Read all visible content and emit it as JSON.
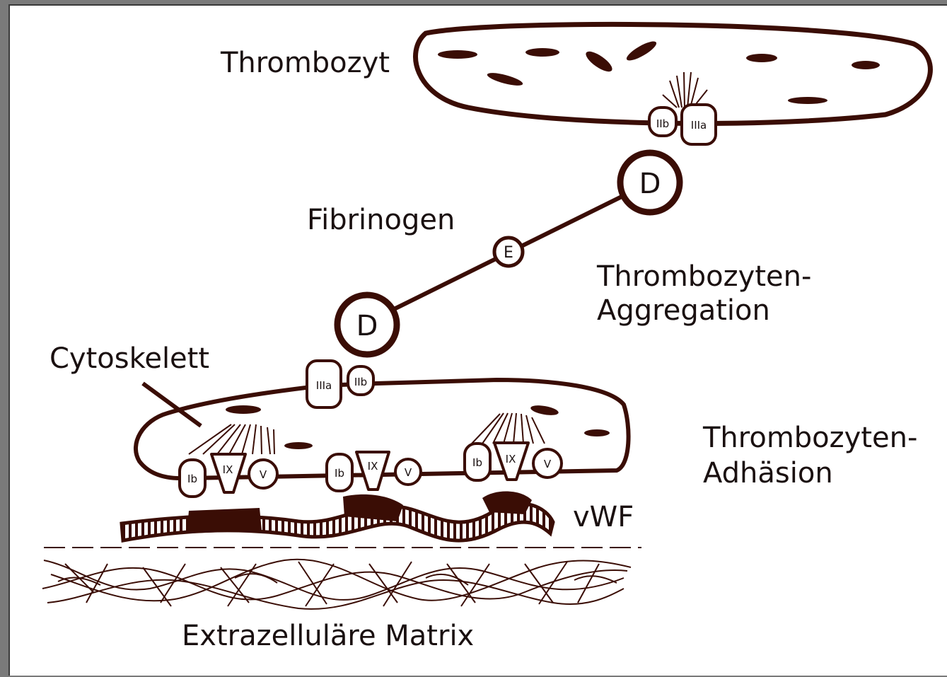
{
  "labels": {
    "thrombozyt": "Thrombozyt",
    "fibrinogen": "Fibrinogen",
    "aggregation_line1": "Thrombozyten-",
    "aggregation_line2": "Aggregation",
    "cytoskelett": "Cytoskelett",
    "adhaesion_line1": "Thrombozyten-",
    "adhaesion_line2": "Adhäsion",
    "vwf": "vWF",
    "matrix": "Extrazelluläre Matrix"
  },
  "domains": {
    "d": "D",
    "e": "E"
  },
  "receptors": {
    "iib": "IIb",
    "iiia": "IIIa",
    "ib": "Ib",
    "ix": "IX",
    "v": "V"
  },
  "colors": {
    "ink": "#3a0d05",
    "accent": "#c8431a",
    "background": "#ffffff",
    "frame": "#7a7a7a"
  }
}
